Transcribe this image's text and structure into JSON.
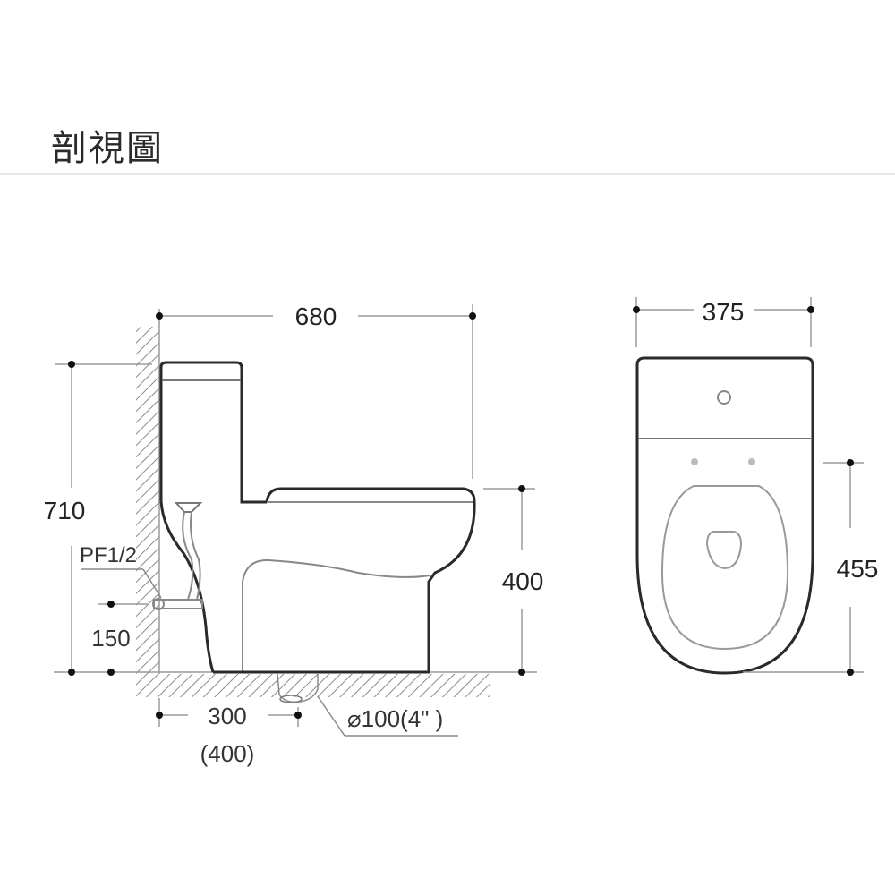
{
  "header": {
    "title": "剖視圖"
  },
  "side_view": {
    "dimensions": {
      "overall_length": "680",
      "overall_height": "710",
      "seat_height": "400",
      "supply_height": "150",
      "supply_thread": "PF1/2",
      "rough_in": "300",
      "rough_in_alt": "(400)",
      "outlet_diameter": "⌀100(4\" )"
    }
  },
  "top_view": {
    "dimensions": {
      "width": "375",
      "bowl_length": "455"
    }
  },
  "colors": {
    "line": "#2a2a2a",
    "dim_line": "#9a9a9a",
    "hatch": "#8a8a8a",
    "text": "#222222"
  }
}
